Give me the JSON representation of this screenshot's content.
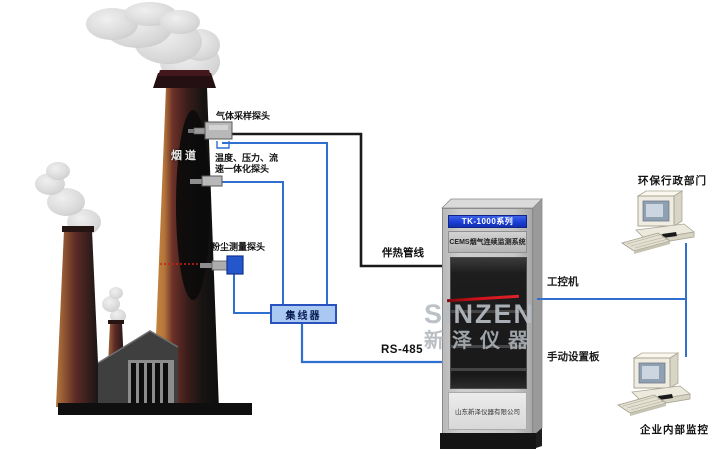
{
  "scene": {
    "flue_label": "烟道"
  },
  "probes": {
    "gas_label": "气体采样探头",
    "temp_label_line1": "温度、压力、流",
    "temp_label_line2": "速一体化探头",
    "dust_label": "粉尘测量探头"
  },
  "hub": {
    "label": "集线器"
  },
  "connections": {
    "heated_pipe_label": "伴热管线",
    "rs485_label": "RS-485",
    "ipc_label": "工控机",
    "manual_panel_label": "手动设置板"
  },
  "cabinet": {
    "series_label": "TK-1000系列",
    "system_label": "CEMS烟气连续监测系统",
    "company_label": "山东新泽仪器有限公司"
  },
  "stations": {
    "env_dept_label": "环保行政部门",
    "enterprise_label": "企业内部监控"
  },
  "watermark": {
    "brand": "SINZEN",
    "brand_cn": "新泽仪器"
  },
  "colors": {
    "line_blue": "#2e6fd0",
    "line_black": "#1a1a1a",
    "hub_fill": "#a9c9f2",
    "hub_border": "#2a52be",
    "banner_blue": "#1b3ed6",
    "alarm_red": "#d01018"
  }
}
